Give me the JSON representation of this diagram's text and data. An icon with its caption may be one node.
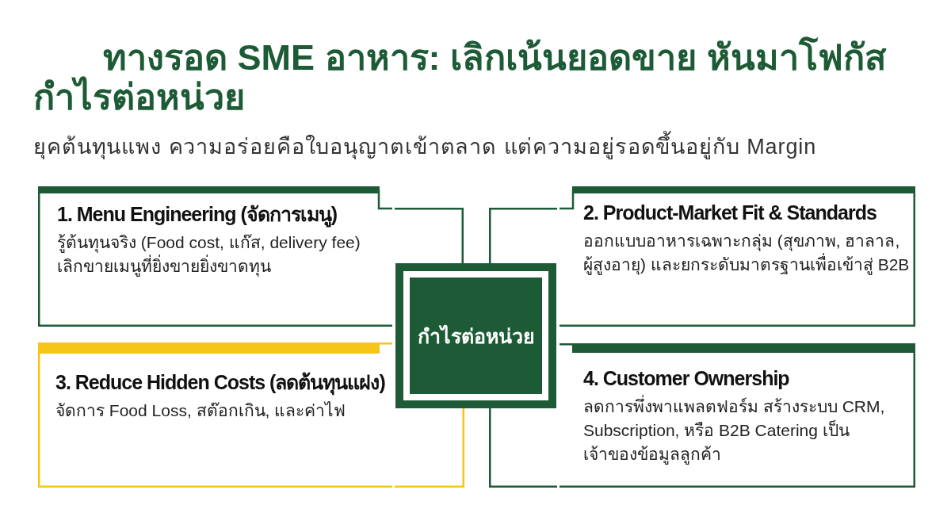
{
  "diagram": {
    "title": "ทางรอด SME อาหาร: เลิกเน้นยอดขาย หันมาโฟกัส กำไรต่อหน่วย",
    "nodes": [
      {
        "text": [
          "1. Menu Engineering (จัดการเมนู)",
          "รู้ต้นทุนจริง (Food cost, แก๊ส, delivery fee) เลิกขายเมนูที่ยิ่งขายยิ่งขาดทุน"
        ]
      },
      {
        "text": [
          "2. Product-Market Fit & Standards",
          "ออกแบบอาหารเฉพาะกลุ่ม (สุขภาพ, ฮาลาล, ผู้สูงอายุ) และยกระดับมาตรฐานเพื่อเข้าสู่ B2B"
        ]
      },
      {
        "text": [
          "กำไรต่อหน่วย"
        ]
      },
      {
        "text": [
          "3. Reduce Hidden Costs (ลดต้นทุนแฝง)",
          "จัดการ Food Loss, สต๊อกเกิน, และค่าไฟ"
        ]
      },
      {
        "text": [
          "4. Customer Ownership",
          "ลดการพึ่งพาแพลตฟอร์ม สร้างระบบ CRM, Subscription, หรือ B2B Catering เป็นเจ้าของข้อมูลลูกค้า"
        ]
      }
    ],
    "labels": [
      "ยุคต้นทุนแพง ความอร่อยคือใบอนุญาตเข้าตลาด แต่ความอยู่รอดขึ้นอยู่กับ Margin"
    ]
  }
}
